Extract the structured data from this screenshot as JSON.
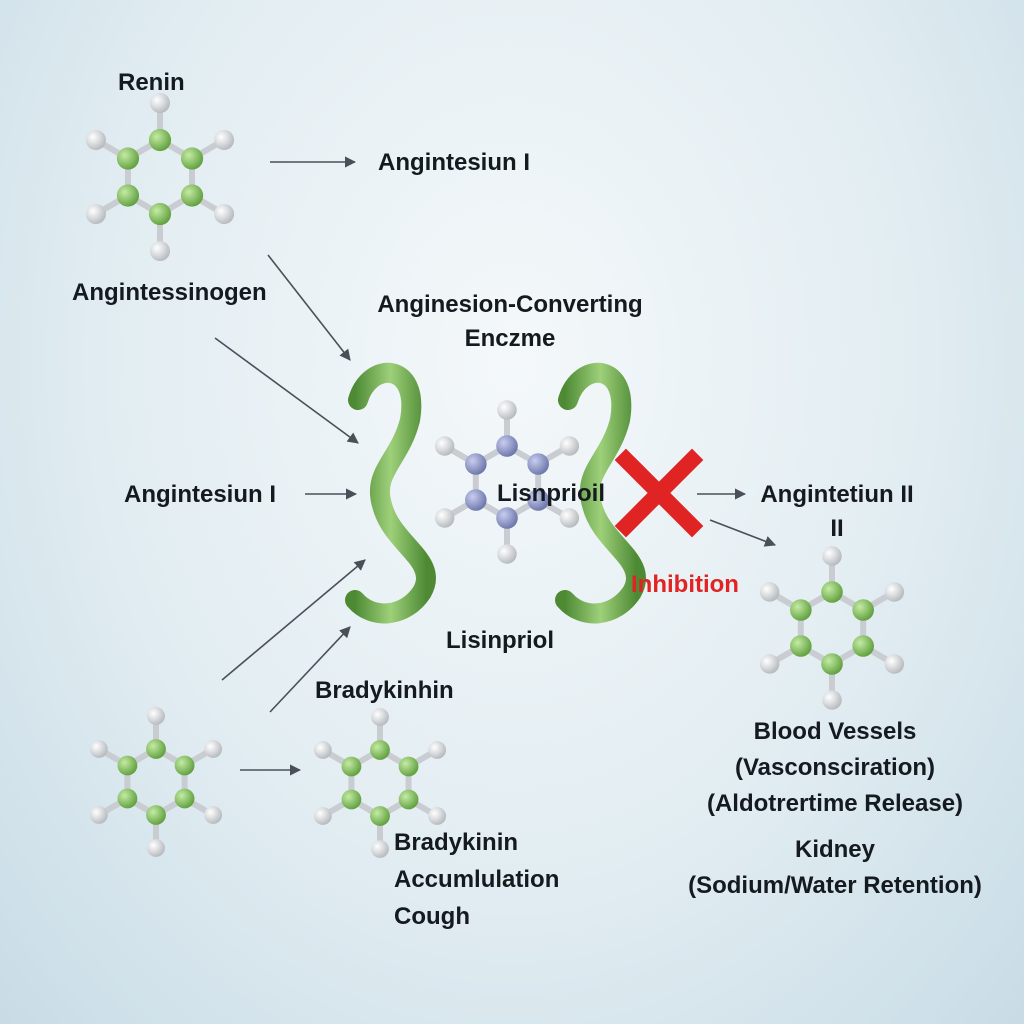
{
  "labels": {
    "renin": "Renin",
    "angiotensin_i_top": "Angintesiun I",
    "angiotensinogen": "Angintessinogen",
    "ace_line1": "Anginesion-Converting",
    "ace_line2": "Enczme",
    "angiotensin_i_left": "Angintesiun I",
    "drug_center": "Lisnprioil",
    "angiotensin_ii_line1": "Angintetiun II",
    "angiotensin_ii_line2": "II",
    "inhibition": "Inhibition",
    "drug_bottom": "Lisinpriol",
    "bradykinin": "Bradykinhin",
    "effects_line1": "Bradykinin",
    "effects_line2": "Accumlulation",
    "effects_line3": "Cough",
    "blood_vessels": "Blood Vessels",
    "vasoconstriction": "(Vasconsciration)",
    "aldosterone": "(Aldotrertime Release)",
    "kidney": "Kidney",
    "sodium_water": "(Sodium/Water Retention)"
  },
  "colors": {
    "green_atom": "#7cba55",
    "blue_atom": "#8a94c4",
    "hydrogen": "#dcdcdc",
    "ribbon": "#6aa84a",
    "inhibit": "#e02424",
    "arrow": "#4a5058"
  }
}
